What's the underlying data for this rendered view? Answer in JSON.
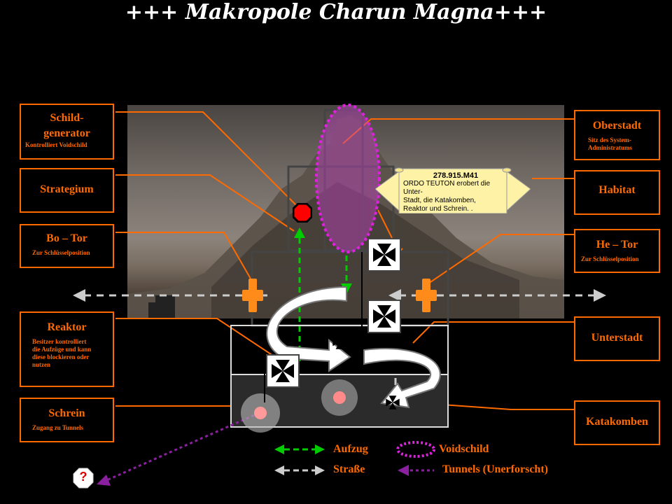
{
  "title": "+++ Makropole Charun Magna+++",
  "left_boxes": [
    {
      "heading": "Schild-\ngenerator",
      "sub": "Kontrolliert Voidschild"
    },
    {
      "heading": "Strategium",
      "sub": ""
    },
    {
      "heading": "Bo – Tor",
      "sub": "Zur Schlüsselposition"
    },
    {
      "heading": "Reaktor",
      "sub": "Besitzer kontrolliert\ndie Aufzüge und kann\ndiese blockieren oder\nnutzen"
    },
    {
      "heading": "Schrein",
      "sub": "Zugang zu Tunnels"
    }
  ],
  "right_boxes": [
    {
      "heading": "Oberstadt",
      "sub": "Sitz des System-\nAdministratums"
    },
    {
      "heading": "Habitat",
      "sub": ""
    },
    {
      "heading": "He – Tor",
      "sub": "Zur Schlüsselposition"
    },
    {
      "heading": "Unterstadt",
      "sub": ""
    },
    {
      "heading": "Katakomben",
      "sub": ""
    }
  ],
  "scroll": {
    "date": "278.915.M41",
    "text_line1": "ORDO  TEUTON   erobert die Unter-",
    "text_line2": "Stadt, die Katakomben,",
    "text_line3": "Reaktor und Schrein. ."
  },
  "legend": {
    "lift": "Aufzug",
    "road": "Straße",
    "voidshield": "Voidschild",
    "tunnels": "Tunnels (Unerforscht)"
  },
  "unknown_marker": "?",
  "colors": {
    "accent": "#ff6a00",
    "lift": "#00cc00",
    "road": "#cccccc",
    "voidshield": "#e020e0",
    "tunnels": "#8a1fa0",
    "gate": "#ff8c1a",
    "shield_generator": "#ff0000"
  }
}
